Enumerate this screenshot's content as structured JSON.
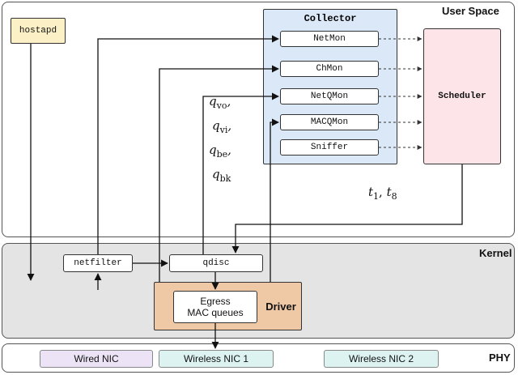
{
  "layers": {
    "user_space": "User Space",
    "kernel": "Kernel",
    "phy": "PHY"
  },
  "components": {
    "hostapd": "hostapd",
    "collector": {
      "title": "Collector",
      "modules": [
        "NetMon",
        "ChMon",
        "NetQMon",
        "MACQMon",
        "Sniffer"
      ]
    },
    "scheduler": "Scheduler",
    "netfilter": "netfilter",
    "qdisc": "qdisc",
    "driver": "Driver",
    "egress_line1": "Egress",
    "egress_line2": "MAC queues",
    "nics": [
      "Wired NIC",
      "Wireless NIC 1",
      "Wireless NIC 2"
    ]
  },
  "annotations": {
    "queues": [
      {
        "base": "q",
        "sub": "vo",
        "suffix": ","
      },
      {
        "base": "q",
        "sub": "vi",
        "suffix": ","
      },
      {
        "base": "q",
        "sub": "be",
        "suffix": ","
      },
      {
        "base": "q",
        "sub": "bk",
        "suffix": ""
      }
    ],
    "times": {
      "t1_base": "t",
      "t1_sub": "1",
      "sep": ", ",
      "t8_base": "t",
      "t8_sub": "8"
    }
  },
  "colors": {
    "user_space_bg": "#ffffff",
    "kernel_bg": "#e4e4e4",
    "collector_bg": "#dbe8f7",
    "scheduler_bg": "#fde4e8",
    "hostapd_bg": "#fbf0c6",
    "driver_bg": "#efc9a6",
    "wired_nic_bg": "#ece4f6",
    "wireless_nic_bg": "#dcf3f1"
  }
}
